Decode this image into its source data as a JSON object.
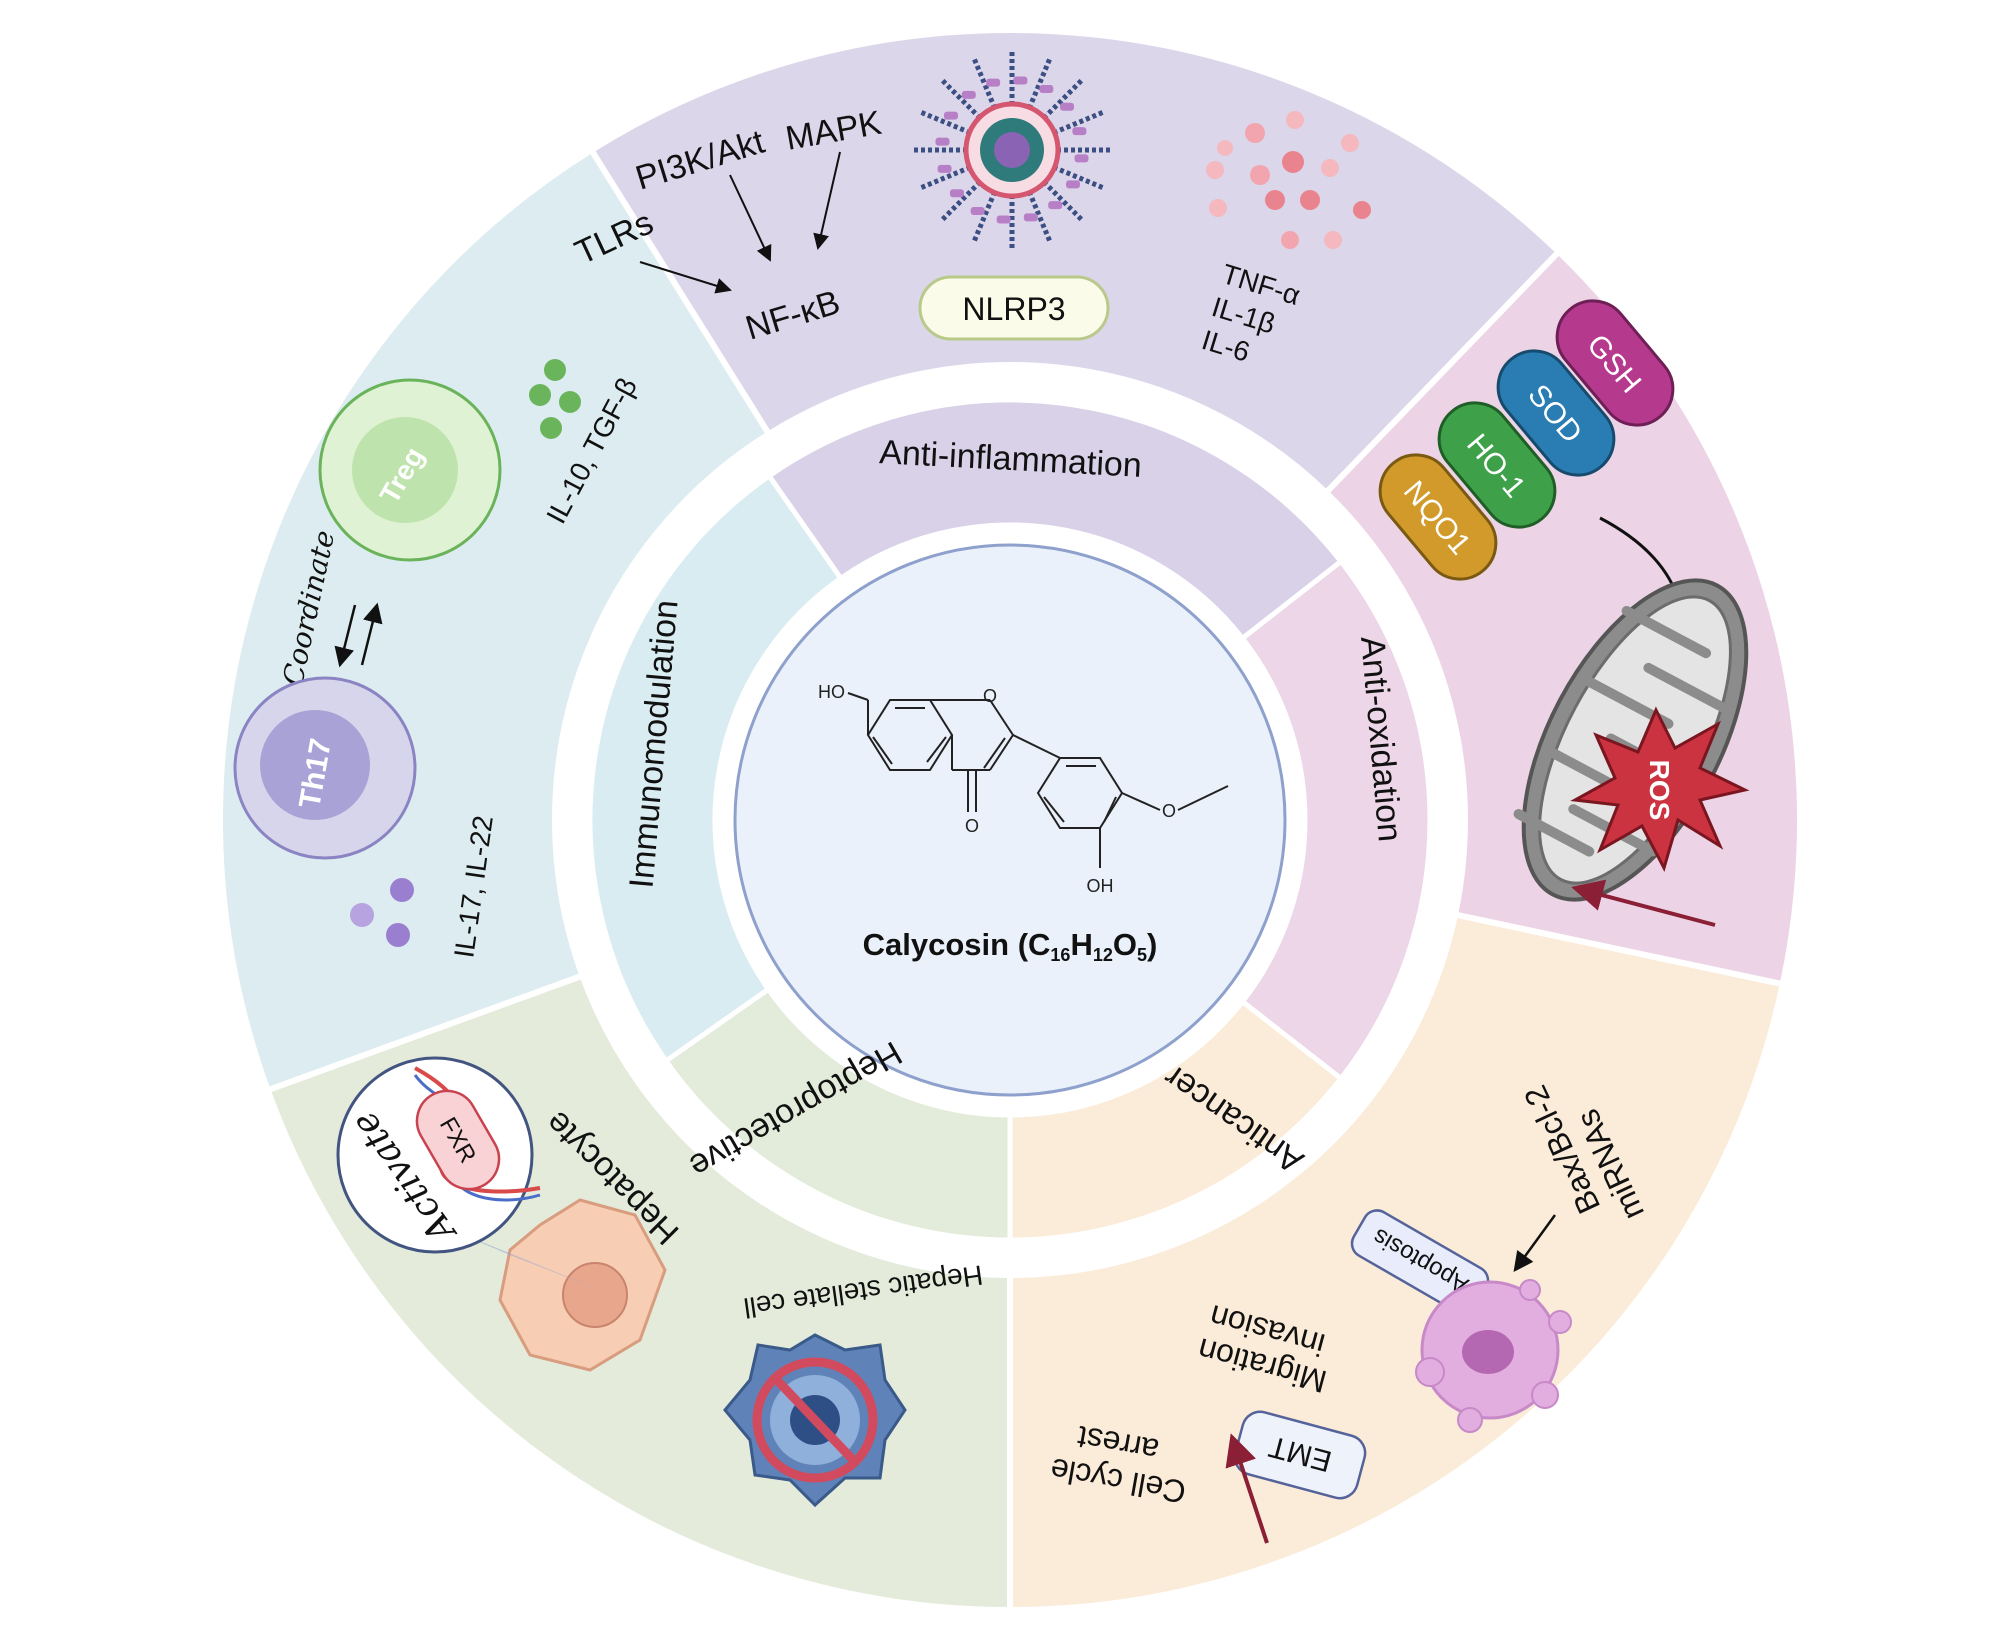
{
  "center": {
    "compound_name": "Calycosin (C",
    "sub1": "16",
    "h": "H",
    "sub2": "12",
    "o": "O",
    "sub3": "5",
    "close": ")",
    "atom_ho": "HO",
    "atom_o_ring": "O",
    "atom_o_keto": "O",
    "atom_o_methoxy": "O",
    "atom_oh": "OH"
  },
  "inner_sections": {
    "anti_inflammation": "Anti-inflammation",
    "anti_oxidation": "Anti-oxidation",
    "anticancer": "Anticancer",
    "heptoprotective": "Heptoprotective",
    "immunomodulation": "Immunomodulation"
  },
  "inflammation": {
    "tlrs": "TLRs",
    "pi3k": "PI3K/Akt",
    "mapk": "MAPK",
    "nfkb": "NF-κB",
    "nlrp3": "NLRP3",
    "tnf": "TNF-α",
    "il1b": "IL-1β",
    "il6": "IL-6"
  },
  "oxidation": {
    "gsh": "GSH",
    "sod": "SOD",
    "ho1": "HO-1",
    "nqo1": "NQO1",
    "ros": "ROS"
  },
  "cancer": {
    "mirnas": "miRNAs",
    "bax": "Bax/Bcl-2",
    "apoptosis": "Apoptosis",
    "migration": "Migration",
    "invasion": "invasion",
    "emt": "EMT",
    "cell_cycle": "Cell cycle",
    "arrest": "arrest"
  },
  "hepato": {
    "hepatocyte": "Hepatocyte",
    "activate": "Activate",
    "fxr": "FXR",
    "stellate": "Hepatic stellate cell"
  },
  "immuno": {
    "treg": "Treg",
    "th17": "Th17",
    "coordinate": "Coordinate",
    "il10": "IL-10, TGF-β",
    "il17": "IL-17, IL-22"
  },
  "colors": {
    "inflammation_outer": "#dcd6ea",
    "inflammation_inner": "#d8d1e8",
    "oxidation_outer": "#ecd4e6",
    "oxidation_inner": "#ecd6e8",
    "cancer_outer": "#fbecd9",
    "cancer_inner": "#fbecd9",
    "hepato_outer": "#e4ebdb",
    "hepato_inner": "#e3ebda",
    "immuno_outer": "#dcecf0",
    "immuno_inner": "#d9ecf1",
    "center_fill": "#eaf1fa",
    "center_stroke": "#8ea0cc",
    "gsh": "#b53a8e",
    "sod": "#2a7db3",
    "ho1": "#3ea14a",
    "nqo1": "#d19a2a",
    "ros": "#cc3340"
  }
}
